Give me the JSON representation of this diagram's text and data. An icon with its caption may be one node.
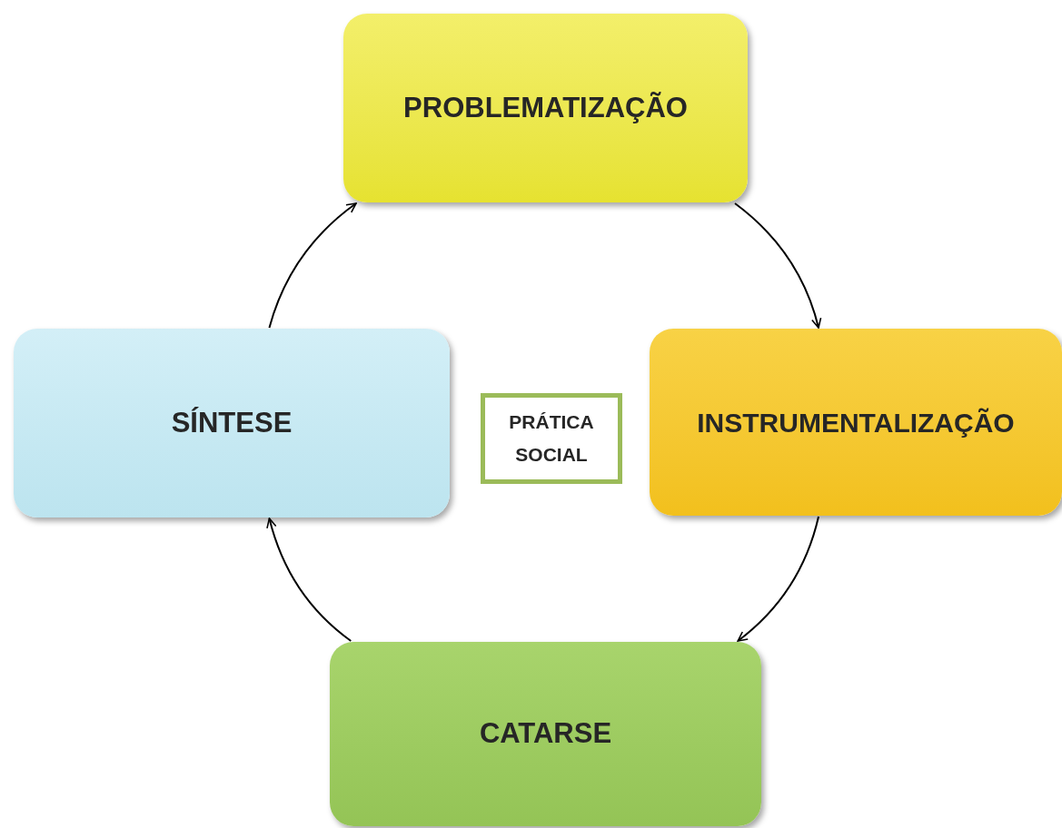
{
  "diagram": {
    "nodes": [
      {
        "text": [
          "PROBLEMATIZAÇÃO"
        ]
      },
      {
        "text": [
          "INSTRUMENTALIZAÇÃO"
        ]
      },
      {
        "text": [
          "CATARSE"
        ]
      },
      {
        "text": [
          "SÍNTESE"
        ]
      },
      {
        "text": [
          "PRÁTICA SOCIAL"
        ]
      }
    ],
    "edges": [
      {
        "from": 0,
        "to": 1,
        "arrow": "to"
      },
      {
        "from": 1,
        "to": 2,
        "arrow": "to"
      },
      {
        "from": 2,
        "to": 3,
        "arrow": "to"
      },
      {
        "from": 3,
        "to": 0,
        "arrow": "to"
      }
    ]
  }
}
